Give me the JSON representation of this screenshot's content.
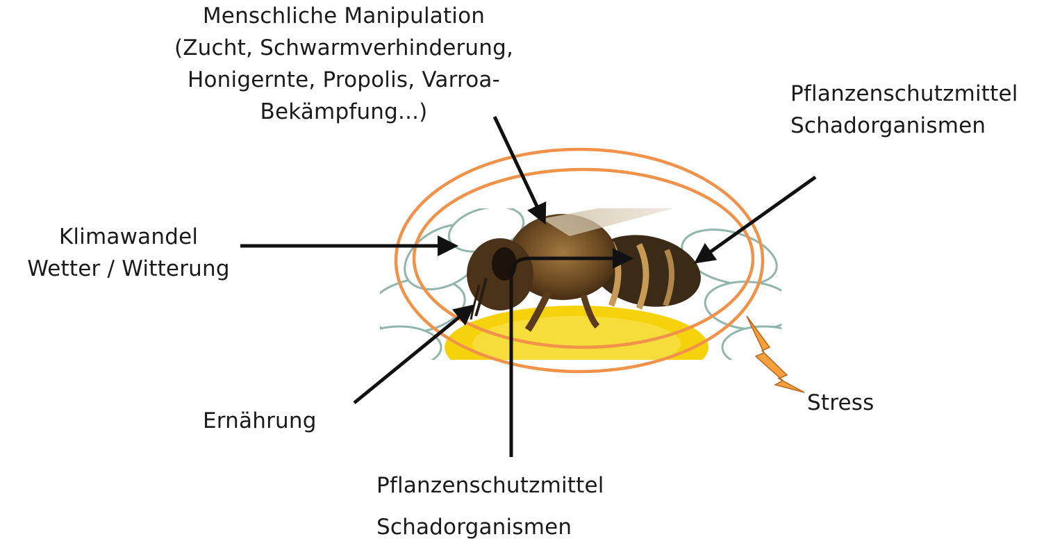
{
  "labels": {
    "manipulation": [
      "Menschliche Manipulation",
      "(Zucht, Schwarmverhinderung,",
      "Honigernte, Propolis, Varroa-",
      "Bekämpfung...)"
    ],
    "pesticides_right": [
      "Pflanzenschutzmittel",
      "Schadorganismen"
    ],
    "climate": [
      "Klimawandel",
      "Wetter / Witterung"
    ],
    "nutrition": "Ernährung",
    "stress": "Stress",
    "pesticides_bottom": [
      "Pflanzenschutzmittel",
      "Schadorganismen"
    ]
  },
  "colors": {
    "ring": "#f0924a",
    "lightning": "#f4a03c",
    "arrow": "#111111",
    "flower_center": "#f5d20c",
    "petal_edge": "#8fb5ad"
  },
  "icons": {
    "image": "honeybee-on-daisy",
    "stress_symbol": "lightning-bolt"
  }
}
